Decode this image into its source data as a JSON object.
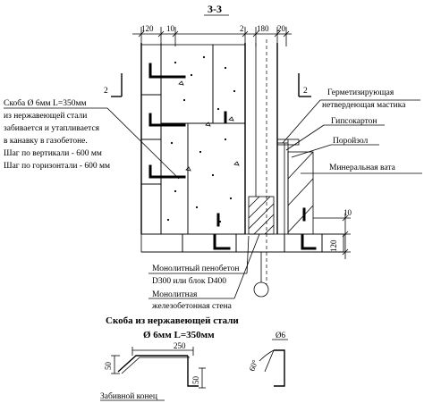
{
  "section": {
    "title": "3-3",
    "cut_mark": "2"
  },
  "dimensions": {
    "top": [
      "120",
      "10",
      "2",
      "180",
      "20"
    ],
    "right_10": "10",
    "right_120": "120"
  },
  "callouts": {
    "bracket_note": [
      "Скоба Ø 6мм L=350мм",
      "из нержавеющей стали",
      "забивается и утапливается",
      "в канавку в газобетоне.",
      "Шаг по вертикали - 600 мм",
      "Шаг по горизонтали - 600 мм"
    ],
    "sealant": [
      "Герметизирующая",
      "нетвердеющая мастика"
    ],
    "gypsum": "Гипсокартон",
    "porous": "Поройзол",
    "mineral_wool": "Минеральная вата",
    "foam_concrete": [
      "Монолитный пенобетон",
      "D300 или блок D400"
    ],
    "rc_wall": [
      "Монолитная",
      "железобетонная стена"
    ]
  },
  "bracket_detail": {
    "title_line1": "Скоба из нержавеющей стали",
    "title_line2": "Ø 6мм L=350мм",
    "dim_250": "250",
    "dim_50_left": "50",
    "dim_50_right": "50",
    "angle": "60°",
    "diameter": "Ø6",
    "driven_end": "Забивной конец"
  }
}
